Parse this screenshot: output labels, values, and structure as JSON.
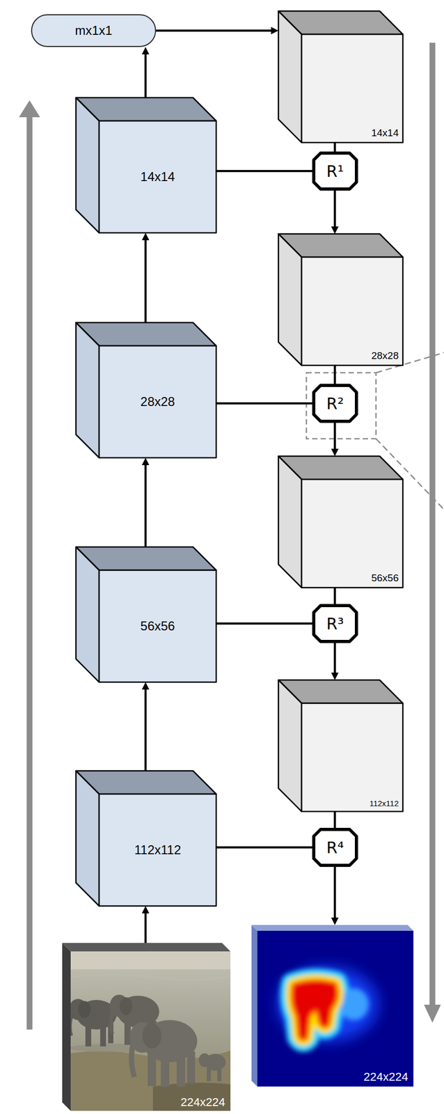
{
  "diagram": {
    "nodes": [
      {
        "text": [
          "mx1x1"
        ]
      },
      {
        "text": [
          "14x14"
        ]
      },
      {
        "text": [
          "14x14"
        ]
      },
      {
        "text": [
          "R¹"
        ]
      },
      {
        "text": [
          "28x28"
        ]
      },
      {
        "text": [
          "28x28"
        ]
      },
      {
        "text": [
          "R²"
        ]
      },
      {
        "text": [
          "56x56"
        ]
      },
      {
        "text": [
          "56x56"
        ]
      },
      {
        "text": [
          "R³"
        ]
      },
      {
        "text": [
          "112x112"
        ]
      },
      {
        "text": [
          "112x112"
        ]
      },
      {
        "text": [
          "R⁴"
        ]
      },
      {
        "text": [
          "224x224"
        ]
      },
      {
        "text": [
          "224x224"
        ]
      }
    ],
    "edges": [
      {
        "from": 13,
        "to": 11,
        "arrow": "to"
      },
      {
        "from": 11,
        "to": 8,
        "arrow": "to"
      },
      {
        "from": 8,
        "to": 5,
        "arrow": "to"
      },
      {
        "from": 5,
        "to": 2,
        "arrow": "to"
      },
      {
        "from": 2,
        "to": 0,
        "arrow": "to"
      },
      {
        "from": 0,
        "to": 1,
        "arrow": "to"
      },
      {
        "from": 1,
        "to": 3,
        "arrow": "none"
      },
      {
        "from": 2,
        "to": 3,
        "arrow": "none"
      },
      {
        "from": 3,
        "to": 4,
        "arrow": "to"
      },
      {
        "from": 4,
        "to": 6,
        "arrow": "none"
      },
      {
        "from": 5,
        "to": 6,
        "arrow": "none"
      },
      {
        "from": 6,
        "to": 7,
        "arrow": "to"
      },
      {
        "from": 7,
        "to": 9,
        "arrow": "none"
      },
      {
        "from": 8,
        "to": 9,
        "arrow": "none"
      },
      {
        "from": 9,
        "to": 10,
        "arrow": "to"
      },
      {
        "from": 10,
        "to": 12,
        "arrow": "none"
      },
      {
        "from": 11,
        "to": 12,
        "arrow": "none"
      },
      {
        "from": 12,
        "to": 14,
        "arrow": "to"
      }
    ]
  }
}
